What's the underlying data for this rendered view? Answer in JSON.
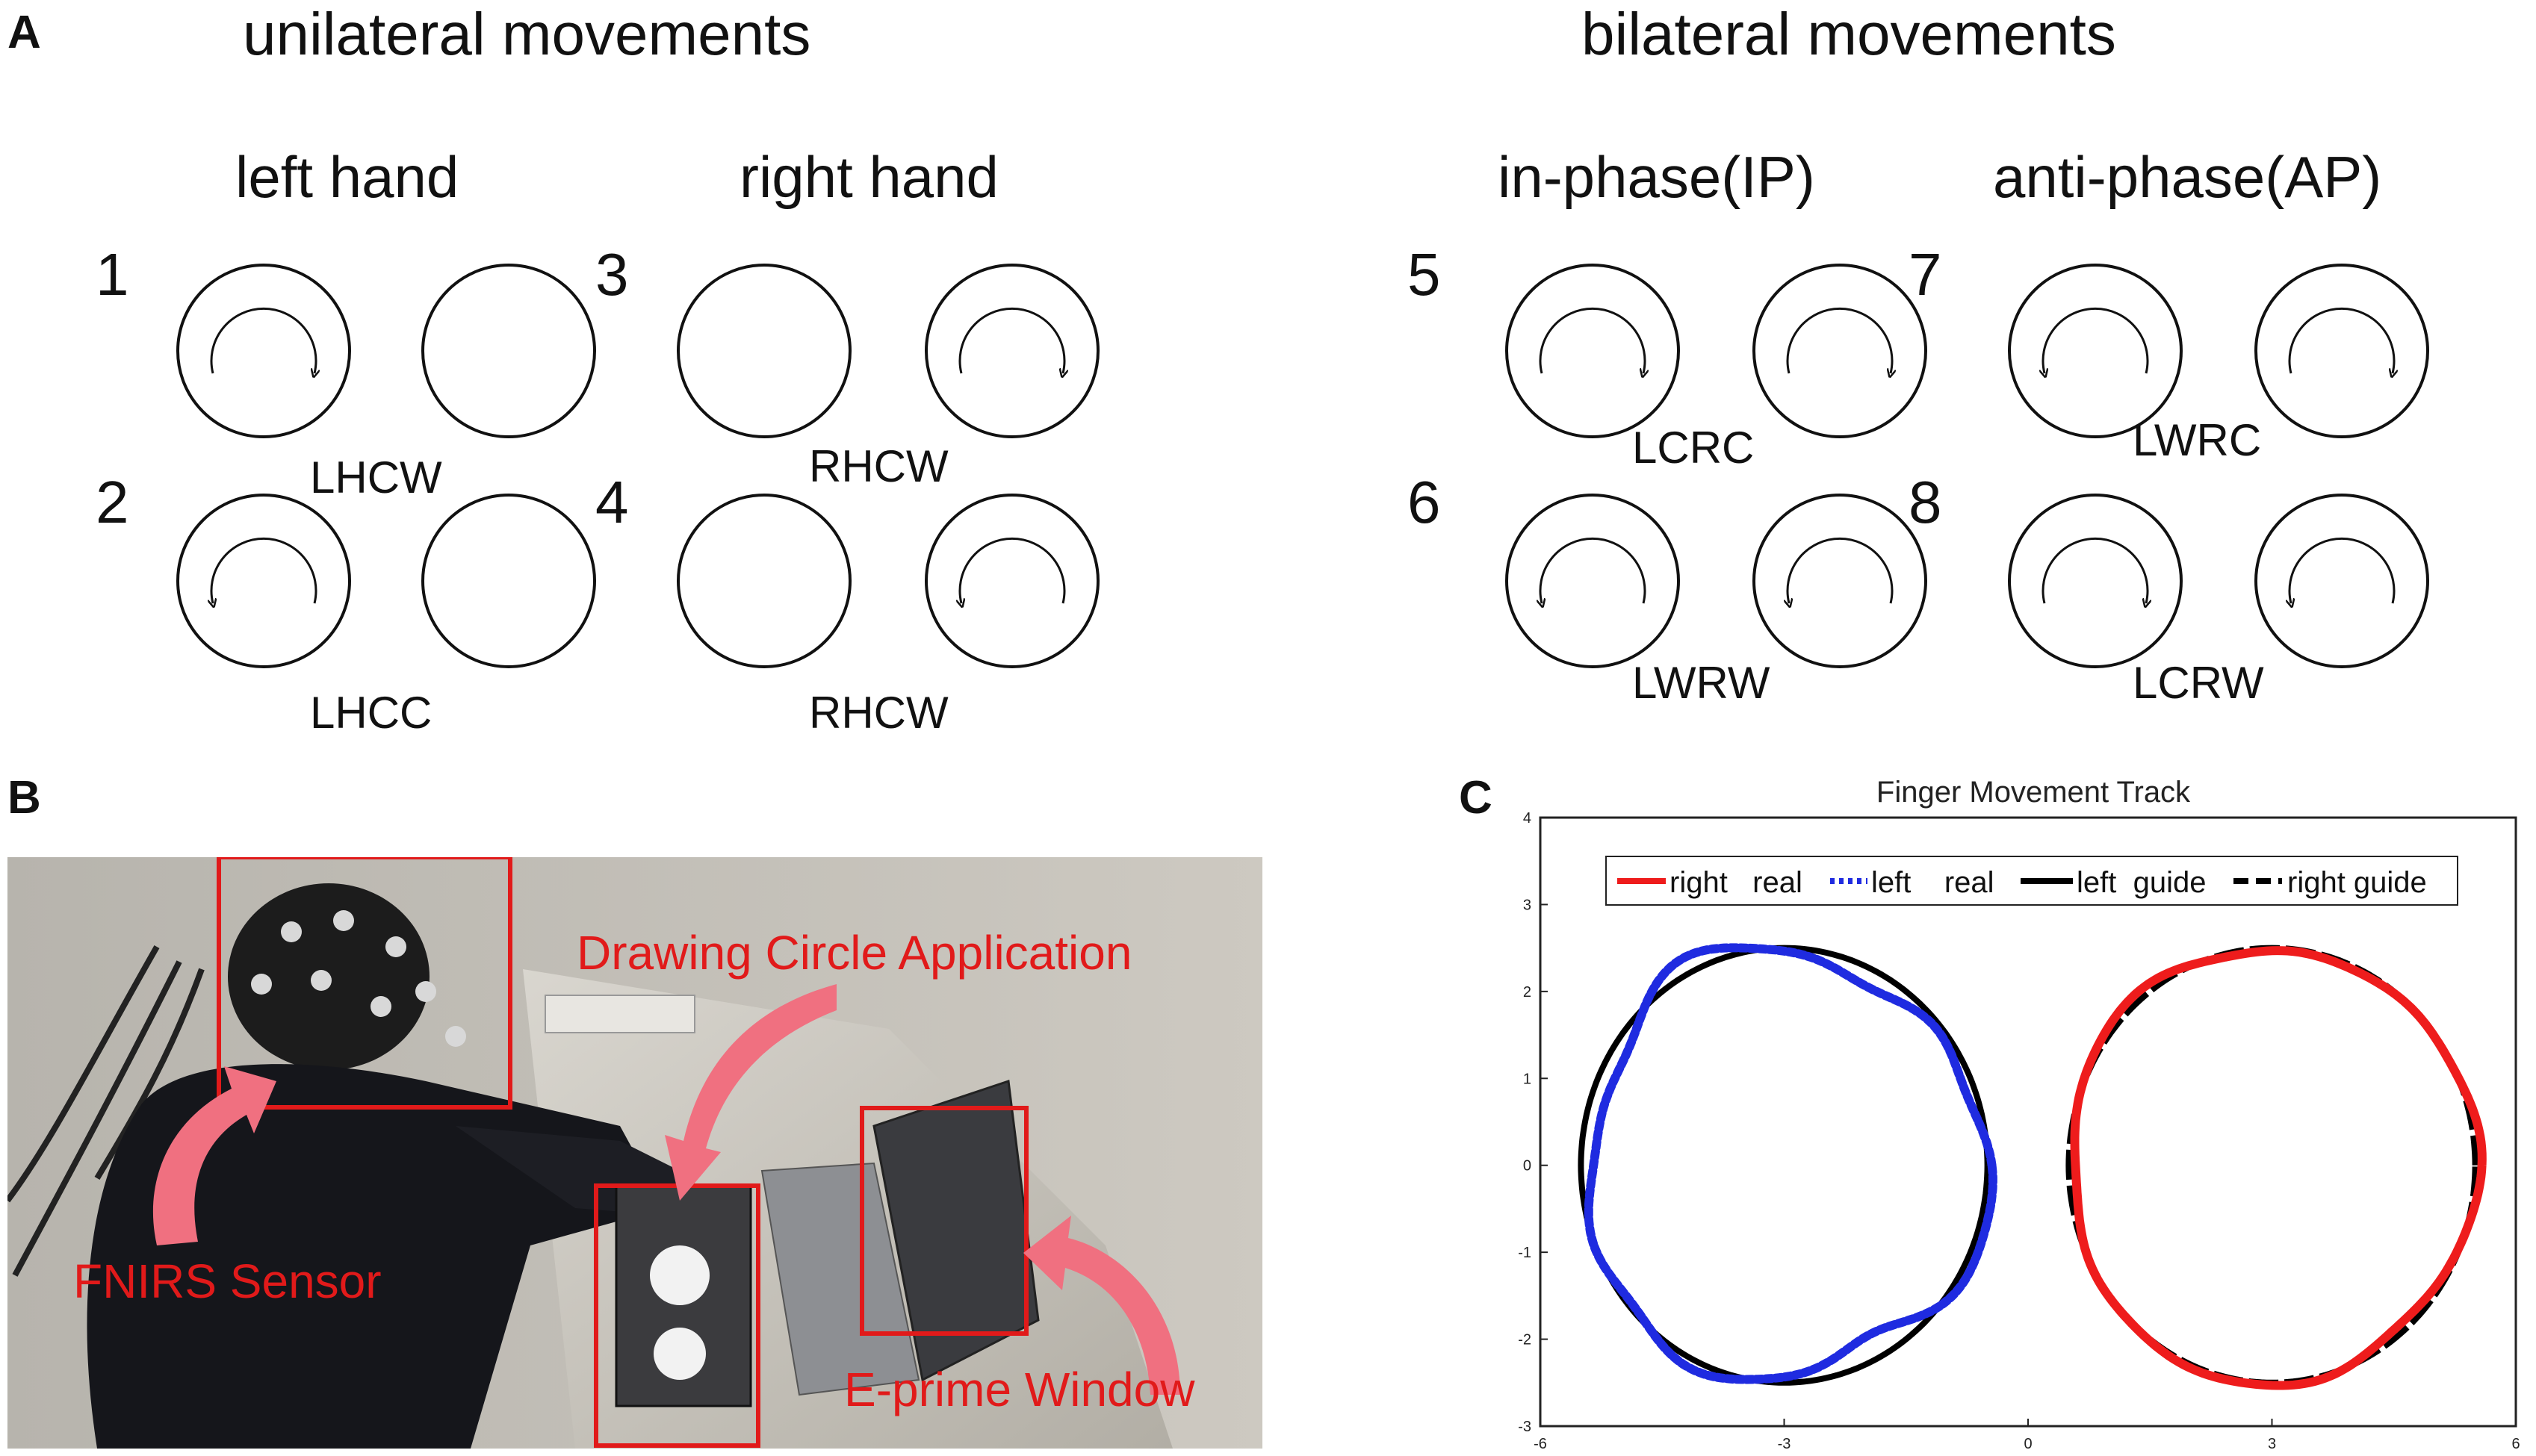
{
  "panelA": {
    "letter": "A",
    "unilateral_title": "unilateral movements",
    "bilateral_title": "bilateral movements",
    "left_hand": "left hand",
    "right_hand": "right hand",
    "in_phase": "in-phase(IP)",
    "anti_phase": "anti-phase(AP)",
    "items": [
      {
        "number": "1",
        "code": "LHCW"
      },
      {
        "number": "2",
        "code": "LHCC"
      },
      {
        "number": "3",
        "code": "RHCW"
      },
      {
        "number": "4",
        "code": "RHCW"
      },
      {
        "number": "5",
        "code": "LCRC"
      },
      {
        "number": "6",
        "code": "LWRW"
      },
      {
        "number": "7",
        "code": "LWRC"
      },
      {
        "number": "8",
        "code": "LCRW"
      }
    ]
  },
  "panelB": {
    "letter": "B",
    "labels": {
      "drawing": "Drawing Circle Application",
      "fnirs": "FNIRS Sensor",
      "eprime": "E-prime Window"
    }
  },
  "panelC": {
    "letter": "C"
  },
  "chart_data": {
    "type": "scatter",
    "title": "Finger Movement Track",
    "xlabel": "",
    "ylabel": "",
    "xlim": [
      -6,
      6
    ],
    "ylim": [
      -3,
      4
    ],
    "x_ticks": [
      "-6",
      "-3",
      "0",
      "3",
      "6"
    ],
    "y_ticks": [
      "4",
      "3",
      "2",
      "1",
      "0",
      "-1",
      "-2",
      "-3"
    ],
    "legend": {
      "placement": "top",
      "entries": [
        "right   real",
        "left    real",
        "left  guide",
        "right guide"
      ]
    },
    "series": [
      {
        "name": "right   real",
        "color": "#ee1c1c",
        "shape": "circle",
        "center": [
          3,
          0
        ],
        "radius": 2.5,
        "wobble": 0.1
      },
      {
        "name": "left    real",
        "color": "#1f2be0",
        "shape": "circle",
        "center": [
          -3,
          0
        ],
        "radius": 2.45,
        "wobble": 0.25
      },
      {
        "name": "left  guide",
        "color": "#000000",
        "shape": "circle",
        "center": [
          -3,
          0
        ],
        "radius": 2.5
      },
      {
        "name": "right guide",
        "color": "#000000",
        "shape": "circle",
        "center": [
          3,
          0
        ],
        "radius": 2.5
      }
    ]
  }
}
